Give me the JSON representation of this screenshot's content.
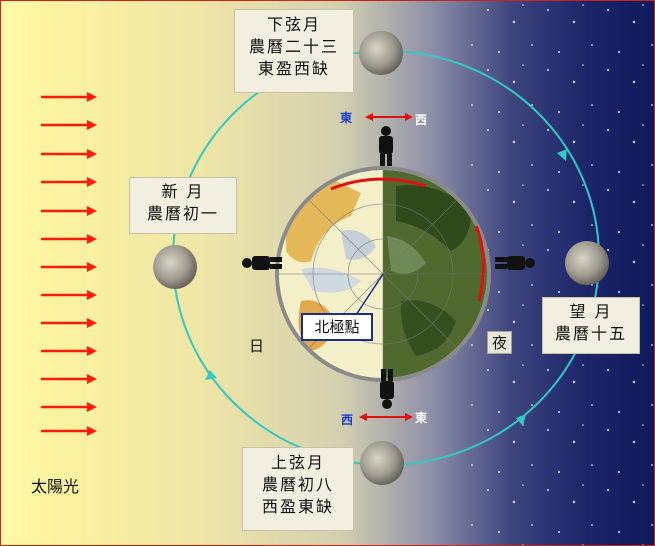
{
  "phases": {
    "last_quarter": {
      "line1": "下弦月",
      "line2": "農曆二十三",
      "line3": "東盈西缺"
    },
    "new_moon": {
      "line1": "新 月",
      "line2": "農曆初一"
    },
    "full_moon": {
      "line1": "望 月",
      "line2": "農曆十五"
    },
    "first_quarter": {
      "line1": "上弦月",
      "line2": "農曆初八",
      "line3": "西盈東缺"
    }
  },
  "labels": {
    "day": "日",
    "night": "夜",
    "sunlight": "太陽光",
    "north_pole": "北極點"
  },
  "directions": {
    "top_east": "東",
    "top_west": "西",
    "bottom_west": "西",
    "bottom_east": "東"
  },
  "colors": {
    "arrow": "#ff1a0a",
    "orbit": "#36c7c0",
    "border": "#d0201a",
    "east_top": "#1a3fd0",
    "west_bottom": "#1a3fd0"
  }
}
